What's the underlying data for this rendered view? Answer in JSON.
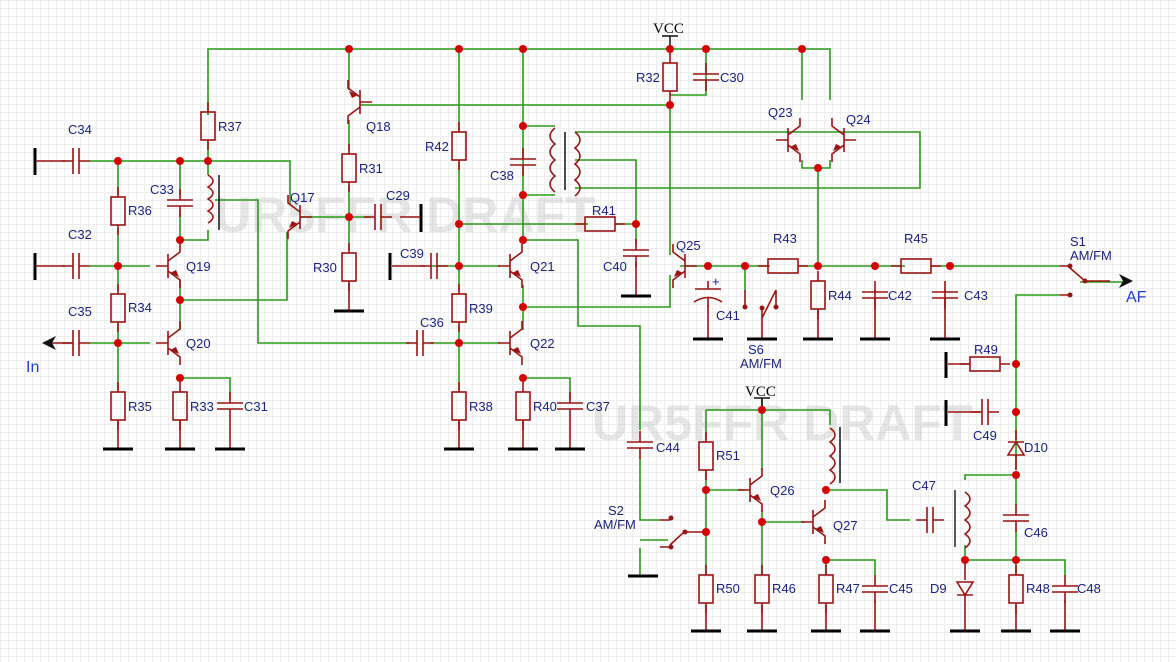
{
  "watermark": "UR5FFR DRAFT",
  "power_label": "VCC",
  "ports": {
    "input": "In",
    "output": "AF"
  },
  "switches": {
    "S1": {
      "name": "S1",
      "mode": "AM/FM"
    },
    "S2": {
      "name": "S2",
      "mode": "AM/FM"
    },
    "S6": {
      "name": "S6",
      "mode": "AM/FM"
    }
  },
  "transistors": [
    "Q17",
    "Q18",
    "Q19",
    "Q20",
    "Q21",
    "Q22",
    "Q23",
    "Q24",
    "Q25",
    "Q26",
    "Q27"
  ],
  "resistors": [
    "R30",
    "R31",
    "R32",
    "R33",
    "R34",
    "R35",
    "R36",
    "R37",
    "R38",
    "R39",
    "R40",
    "R41",
    "R42",
    "R43",
    "R44",
    "R45",
    "R46",
    "R47",
    "R48",
    "R49",
    "R50",
    "R51"
  ],
  "capacitors": [
    "C29",
    "C30",
    "C31",
    "C32",
    "C33",
    "C34",
    "C35",
    "C36",
    "C37",
    "C38",
    "C39",
    "C40",
    "C41",
    "C42",
    "C43",
    "C44",
    "C45",
    "C46",
    "C47",
    "C48",
    "C49"
  ],
  "diodes": [
    "D9",
    "D10"
  ],
  "colors": {
    "wire": "#2a9a1a",
    "component": "#9a1414",
    "junction": "#d40000",
    "label": "#1a237e",
    "port": "#1f3fcf"
  }
}
